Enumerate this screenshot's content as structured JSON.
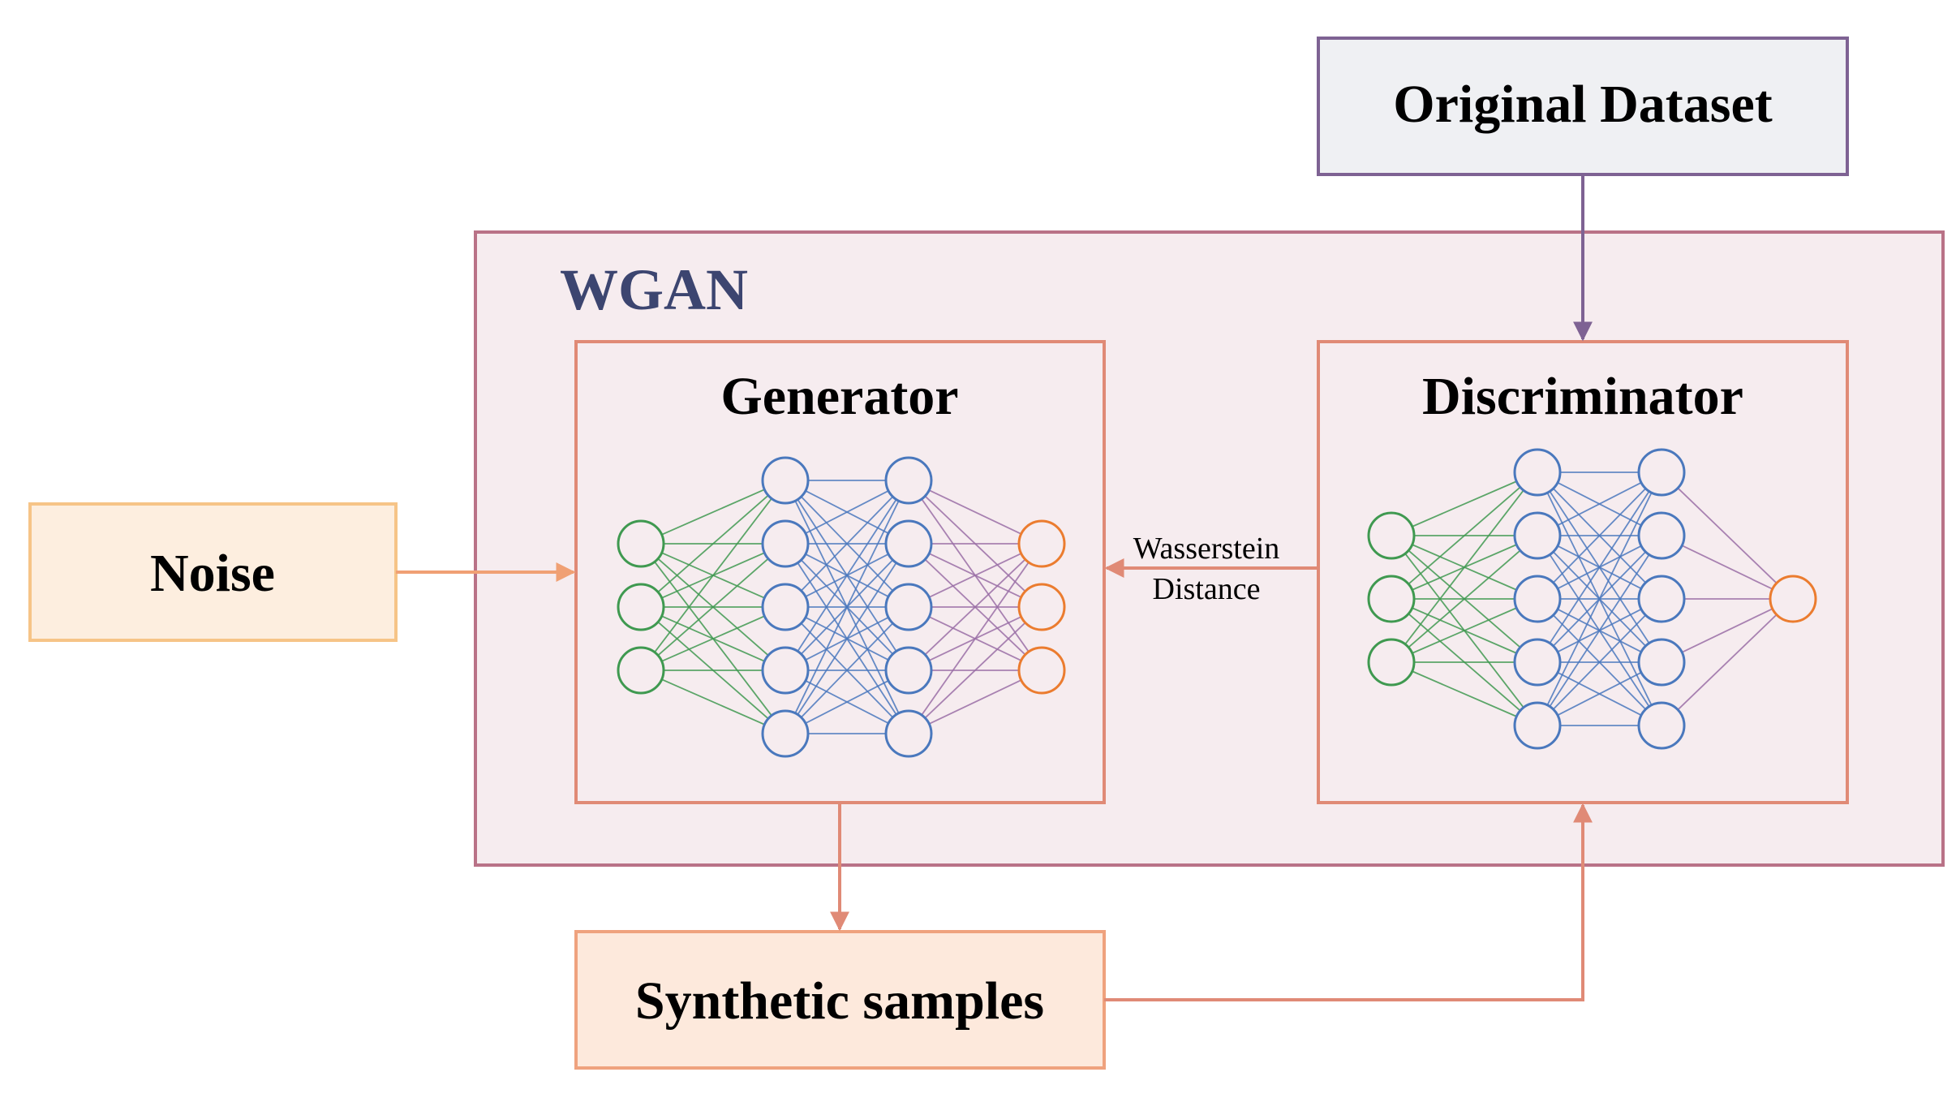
{
  "labels": {
    "original_dataset": "Original Dataset",
    "wgan": "WGAN",
    "generator": "Generator",
    "discriminator": "Discriminator",
    "noise": "Noise",
    "synthetic_samples": "Synthetic samples",
    "distance_line1": "Wasserstein",
    "distance_line2": "Distance"
  },
  "networks": {
    "generator": {
      "layers": [
        3,
        5,
        5,
        3
      ]
    },
    "discriminator": {
      "layers": [
        3,
        5,
        5,
        1
      ]
    }
  },
  "colors": {
    "dataset_border": "#7e6293",
    "dataset_fill": "#eff0f3",
    "wgan_border": "#b97287",
    "wgan_fill": "#f6ecef",
    "wgan_title": "#3c4570",
    "module_border": "#e08a76",
    "noise_border": "#f6c487",
    "noise_fill": "#fdeedf",
    "samples_border": "#efa27e",
    "samples_fill": "#fde9dc",
    "arrow_noise": "#f0a074",
    "arrow_dataset": "#7e6293",
    "arrow_main": "#e08a76",
    "node_input": "#3f9950",
    "node_hidden": "#4a78bd",
    "node_output": "#eb7c2f"
  }
}
